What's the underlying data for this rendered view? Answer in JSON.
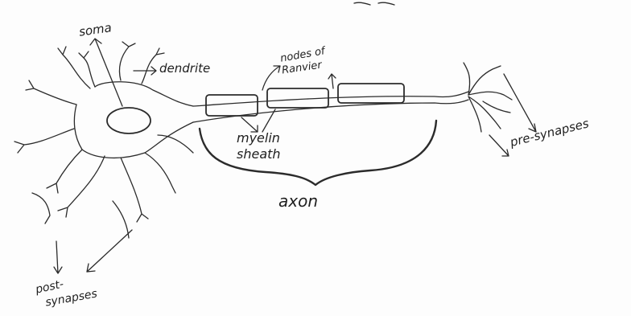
{
  "labels": {
    "soma": "soma",
    "dendrite": "dendrite",
    "nodes_of_ranvier_line1": "nodes of",
    "nodes_of_ranvier_line2": "Ranvier",
    "myelin_sheath_line1": "myelin",
    "myelin_sheath_line2": "sheath",
    "axon": "axon",
    "pre_synapses": "pre-synapses",
    "post_synapses_line1": "post-",
    "post_synapses_line2": "synapses"
  },
  "ink_color": "#2b2b2b"
}
